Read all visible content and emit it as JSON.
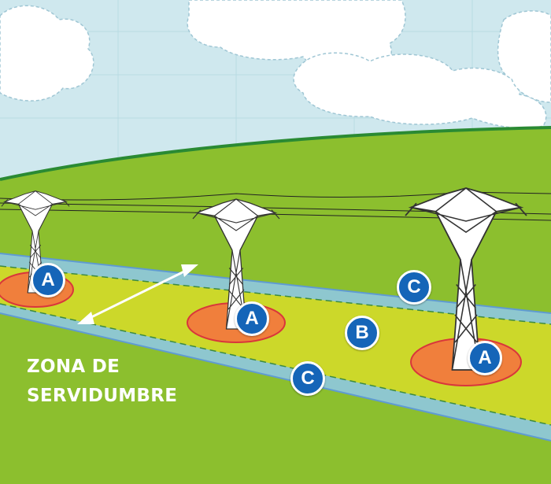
{
  "zone_label": {
    "line1": "ZONA DE",
    "line2": "SERVIDUMBRE"
  },
  "markers": [
    {
      "id": "tower1",
      "letter": "A"
    },
    {
      "id": "tower2",
      "letter": "A"
    },
    {
      "id": "tower3",
      "letter": "A"
    },
    {
      "id": "middle",
      "letter": "B"
    },
    {
      "id": "edge-top",
      "letter": "C"
    },
    {
      "id": "edge-bottom",
      "letter": "C"
    }
  ],
  "colors": {
    "sky": "#cfe8ee",
    "grass": "#8cbf2e",
    "horizon": "#2a8a33",
    "corridor": "#ccd82a",
    "strip": "#8ec7cf",
    "tower_base": "#f07f3c",
    "marker": "#1565b8",
    "arrow": "#ffffff"
  }
}
